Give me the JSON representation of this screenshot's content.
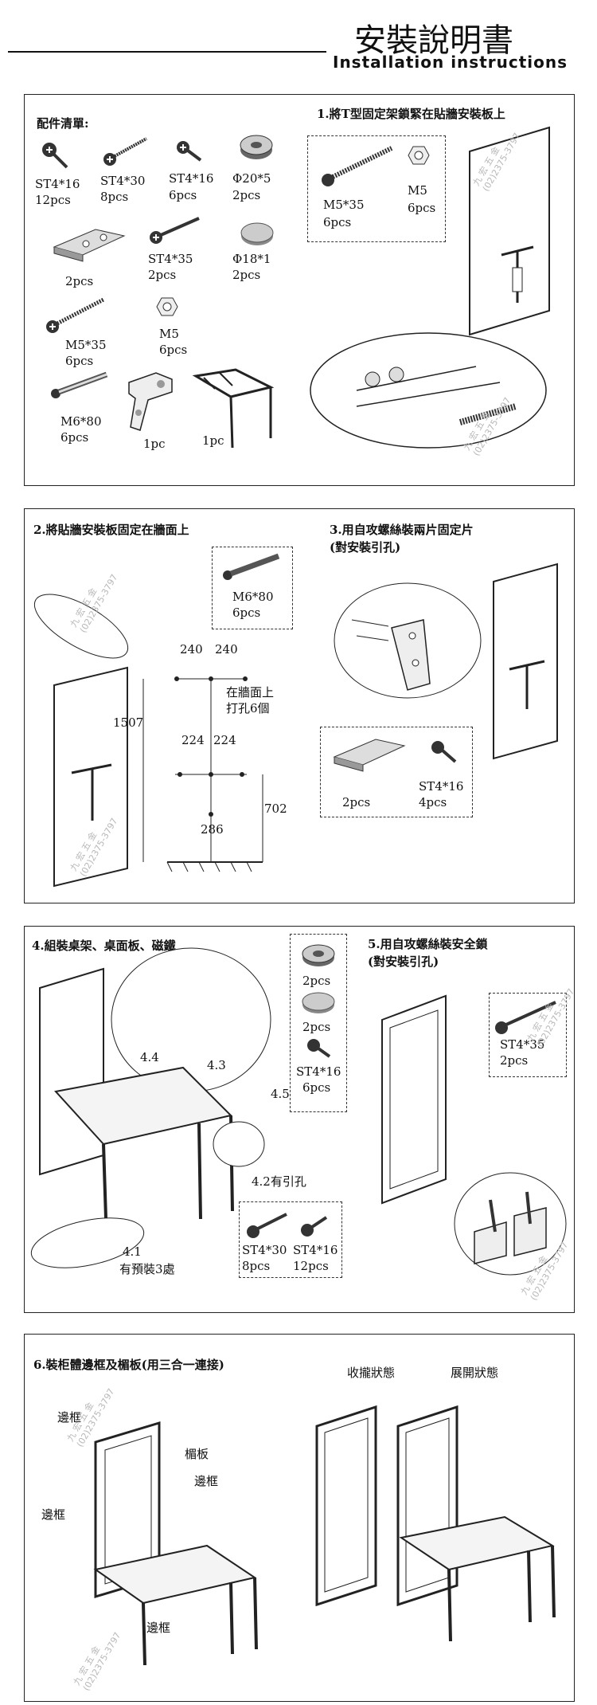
{
  "header": {
    "title_zh": "安裝說明書",
    "title_en": "Installation instructions"
  },
  "panel1": {
    "parts_title": "配件清單:",
    "parts": [
      {
        "name": "ST4*16",
        "qty": "12pcs"
      },
      {
        "name": "ST4*30",
        "qty": "8pcs"
      },
      {
        "name": "ST4*16",
        "qty": "6pcs"
      },
      {
        "name": "Φ20*5",
        "qty": "2pcs"
      },
      {
        "name": "",
        "qty": "2pcs"
      },
      {
        "name": "ST4*35",
        "qty": "2pcs"
      },
      {
        "name": "Φ18*1",
        "qty": "2pcs"
      },
      {
        "name": "M5*35",
        "qty": "6pcs"
      },
      {
        "name": "M5",
        "qty": "6pcs"
      },
      {
        "name": "M6*80",
        "qty": "6pcs"
      },
      {
        "name": "",
        "qty": "1pc"
      },
      {
        "name": "",
        "qty": "1pc"
      }
    ],
    "step_title": "1.將T型固定架鎖緊在貼牆安裝板上",
    "box": {
      "a_name": "M5*35",
      "a_qty": "6pcs",
      "b_name": "M5",
      "b_qty": "6pcs"
    }
  },
  "panel2": {
    "step2_title": "2.將貼牆安裝板固定在牆面上",
    "box": {
      "name": "M6*80",
      "qty": "6pcs"
    },
    "dims": {
      "d240a": "240",
      "d240b": "240",
      "d224a": "224",
      "d224b": "224",
      "d1507": "1507",
      "d702": "702",
      "d286": "286"
    },
    "note_line1": "在牆面上",
    "note_line2": "打孔6個",
    "step3_title": "3.用自攻螺絲裝兩片固定片",
    "step3_sub": "(對安裝引孔)",
    "box3": {
      "a_qty": "2pcs",
      "b_name": "ST4*16",
      "b_qty": "4pcs"
    }
  },
  "panel3": {
    "step4_title": "4.組裝桌架、桌面板、磁鐵",
    "labels": {
      "l44": "4.4",
      "l43": "4.3",
      "l45": "4.5",
      "l42": "4.2有引孔",
      "l41": "4.1",
      "l41b": "有預裝3處"
    },
    "side_parts": [
      {
        "qty": "2pcs"
      },
      {
        "qty": "2pcs"
      },
      {
        "name": "ST4*16",
        "qty": "6pcs"
      }
    ],
    "box4": {
      "a_name": "ST4*30",
      "a_qty": "8pcs",
      "b_name": "ST4*16",
      "b_qty": "12pcs"
    },
    "step5_title": "5.用自攻螺絲裝安全鎖",
    "step5_sub": "(對安裝引孔)",
    "box5": {
      "name": "ST4*35",
      "qty": "2pcs"
    }
  },
  "panel4": {
    "step6_title": "6.裝柜體邊框及楣板(用三合一連接)",
    "labels": {
      "frame_top": "邊框",
      "lintel": "楣板",
      "frame_right": "邊框",
      "frame_left": "邊框",
      "frame_bottom": "邊框",
      "folded": "收攏狀態",
      "open": "展開狀態"
    }
  },
  "watermark": {
    "line1": "九 宏 五 金",
    "line2": "(02)2375-3797"
  }
}
